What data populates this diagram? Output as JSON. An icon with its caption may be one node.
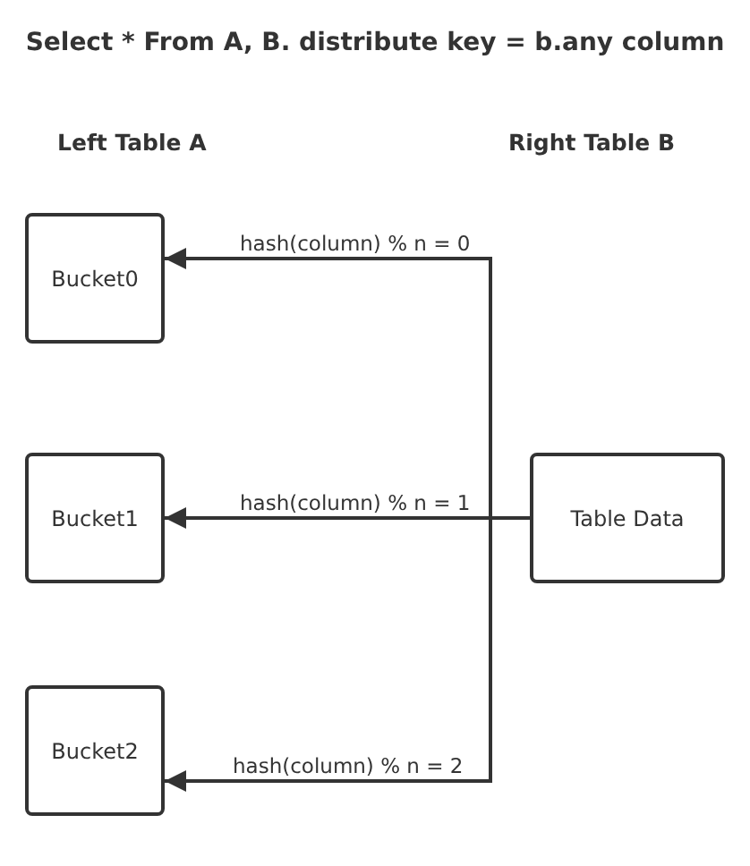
{
  "diagram": {
    "title": "Select * From A, B. distribute key = b.any column",
    "nodes": [
      {
        "text": [
          "Bucket0"
        ]
      },
      {
        "text": [
          "Bucket1"
        ]
      },
      {
        "text": [
          "Bucket2"
        ]
      },
      {
        "text": [
          "Table Data"
        ]
      }
    ],
    "edges": [
      {
        "from": 3,
        "to": 0,
        "arrow": "to",
        "label": "hash(column) % n = 0"
      },
      {
        "from": 3,
        "to": 1,
        "arrow": "to",
        "label": "hash(column) % n = 1"
      },
      {
        "from": 3,
        "to": 2,
        "arrow": "to",
        "label": "hash(column) % n = 2"
      }
    ],
    "labels": [
      "Left Table A",
      "Right Table B"
    ]
  }
}
